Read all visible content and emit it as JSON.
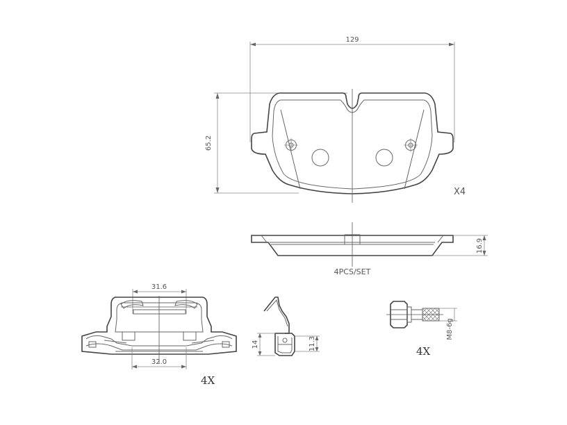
{
  "dimensions": {
    "pad_width": "129",
    "pad_height": "65.2",
    "pad_thickness": "16.9",
    "clip_top_width": "31.6",
    "clip_bottom_width": "32.0",
    "spring_height_a": "14",
    "spring_height_b": "11.3",
    "bolt_thread": "M8-6g"
  },
  "labels": {
    "pad_qty": "X4",
    "set_label": "4PCS/SET",
    "clip_qty": "4X",
    "bolt_qty": "4X"
  }
}
